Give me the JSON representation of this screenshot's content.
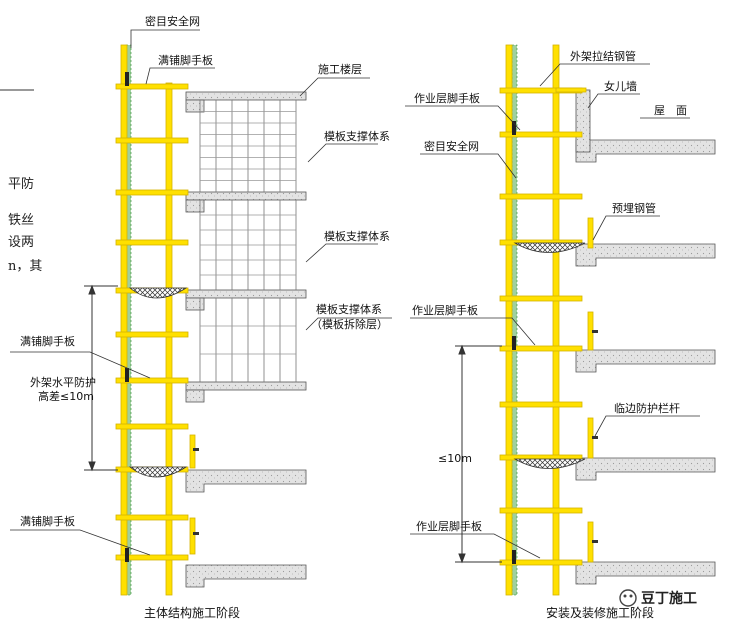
{
  "left_fragment": {
    "lines": [
      "平防",
      "铁丝",
      "设两",
      "n，其"
    ]
  },
  "left_diagram": {
    "caption": "主体结构施工阶段",
    "labels": {
      "net": "密目安全网",
      "plank_top": "满铺脚手板",
      "floor": "施工楼层",
      "formwork1": "模板支撑体系",
      "formwork2": "模板支撑体系",
      "formwork3": "模板支撑体系",
      "formwork3_sub": "（模板拆除层）",
      "plank_mid": "满铺脚手板",
      "protect": "外架水平防护",
      "protect_sub": "高差≤10m",
      "plank_bottom": "满铺脚手板"
    }
  },
  "right_diagram": {
    "caption": "安装及装修施工阶段",
    "labels": {
      "tie": "外架拉结钢管",
      "work_top": "作业层脚手板",
      "parapet": "女儿墙",
      "roof": "屋　面",
      "net": "密目安全网",
      "embed": "预埋钢管",
      "work_mid": "作业层脚手板",
      "rail": "临边防护栏杆",
      "height": "≤10m",
      "work_bottom": "作业层脚手板"
    }
  },
  "watermark": {
    "text": "豆丁施工"
  },
  "colors": {
    "scaffold": "#ffe000",
    "scaffold_edge": "#d4b400",
    "net": "#2c8a2c",
    "concrete": "#d9d9d9",
    "line": "#333333"
  }
}
